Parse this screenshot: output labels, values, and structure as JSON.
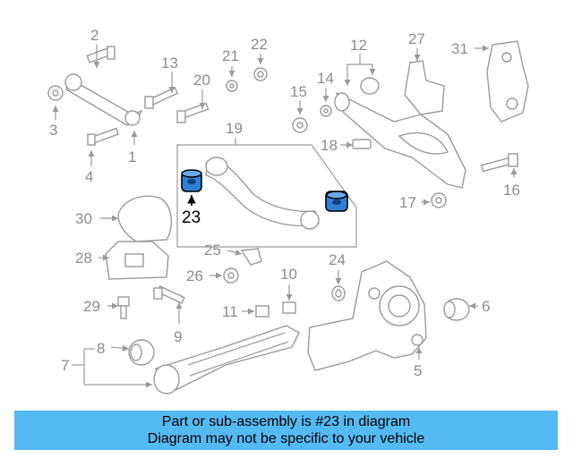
{
  "diagram": {
    "callouts": [
      "1",
      "2",
      "3",
      "4",
      "5",
      "6",
      "7",
      "8",
      "9",
      "10",
      "11",
      "12",
      "13",
      "14",
      "15",
      "16",
      "17",
      "18",
      "19",
      "20",
      "21",
      "22",
      "23",
      "24",
      "25",
      "26",
      "27",
      "28",
      "29",
      "30",
      "31"
    ],
    "highlighted": "23",
    "highlight_color": "#2f7fd6",
    "part_line_color": "#9a9a9a"
  },
  "footer": {
    "line1": "Part or sub-assembly is #23 in diagram",
    "line2": "Diagram may not be specific to your vehicle",
    "background": "#55b9f3"
  }
}
